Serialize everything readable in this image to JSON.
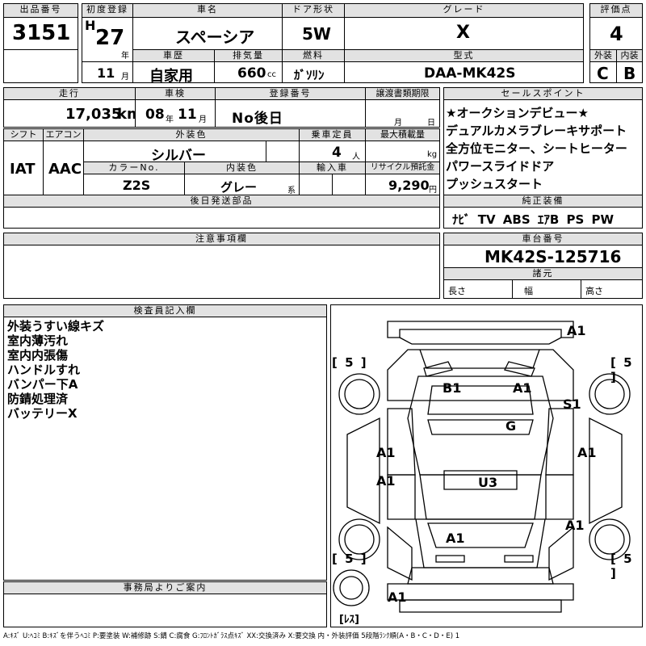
{
  "header": {
    "lot_label": "出品番号",
    "lot_number": "3151",
    "first_reg_label": "初度登録",
    "era": "H",
    "year": "27",
    "year_unit": "年",
    "month": "11",
    "month_unit": "月",
    "car_name_label": "車名",
    "car_name": "スペーシア",
    "door_label": "ドア形状",
    "door": "5W",
    "grade_label": "グレード",
    "grade": "X",
    "score_label": "評価点",
    "score": "4",
    "history_label": "車歴",
    "history": "自家用",
    "displacement_label": "排気量",
    "displacement": "660",
    "displacement_unit": "cc",
    "fuel_label": "燃料",
    "fuel": "ｶﾞｿﾘﾝ",
    "model_label": "型式",
    "model": "DAA-MK42S",
    "exterior_label": "外装",
    "exterior_grade": "C",
    "interior_label": "内装",
    "interior_grade": "B"
  },
  "row2": {
    "mileage_label": "走行",
    "mileage": "17,035",
    "mileage_unit": "km",
    "inspection_label": "車検",
    "insp_year": "08",
    "insp_year_unit": "年",
    "insp_month": "11",
    "insp_month_unit": "月",
    "reg_label": "登録番号",
    "reg": "No後日",
    "transfer_label": "譲渡書類期限",
    "transfer_month": "月",
    "transfer_day": "日",
    "shift_label": "シフト",
    "shift": "IAT",
    "ac_label": "エアコン",
    "ac": "AAC",
    "color_label": "外装色",
    "color": "シルバー",
    "capacity_label": "乗車定員",
    "capacity": "4",
    "capacity_unit": "人",
    "load_label": "最大積載量",
    "load_unit": "kg",
    "color_no_label": "カラーNo.",
    "color_no": "Z2S",
    "int_color_label": "内装色",
    "int_color": "グレー",
    "int_color_suffix": "系",
    "import_label": "輸入車",
    "recycle_label": "リサイクル預託金",
    "recycle": "9,290",
    "recycle_unit": "円",
    "later_label": "後日発送部品"
  },
  "sales": {
    "label": "セールスポイント",
    "points": [
      "★オークションデビュー★",
      "デュアルカメラブレーキサポート",
      "全方位モニター、シートヒーター",
      "パワースライドドア",
      "プッシュスタート"
    ]
  },
  "equipment": {
    "label": "純正装備",
    "items": "ﾅﾋﾞ TV ABS ｴｱB PS PW"
  },
  "caution": {
    "label": "注意事項欄"
  },
  "chassis": {
    "label": "車台番号",
    "number": "MK42S-125716",
    "dims_label": "諸元",
    "length_label": "長さ",
    "width_label": "幅",
    "height_label": "高さ"
  },
  "inspector": {
    "label": "検査員記入欄",
    "notes": [
      "外装うすい線キズ",
      "室内薄汚れ",
      "室内内張傷",
      "ハンドルすれ",
      "バンパー下A",
      "防錆処理済",
      "バッテリーX"
    ]
  },
  "office": {
    "label": "事務局よりご案内"
  },
  "diagram": {
    "marks": [
      "A1",
      "B1",
      "A1",
      "S1",
      "G",
      "A1",
      "A1",
      "A1",
      "U3",
      "A1",
      "A1",
      "A1"
    ],
    "tires": [
      "[ 5 ]",
      "[ 5 ]",
      "[ 5 ]",
      "[ 5 ]"
    ],
    "spare": "[ﾚｽ]"
  },
  "legend": "A:ｷｽﾞ U:ﾍｺﾐ B:ｷｽﾞを伴うﾍｺﾐ P:要塗装 W:補修跡 S:錆 C:腐食 G:ﾌﾛﾝﾄｶﾞﾗｽ点ｷｽﾞ XX:交換済み X:要交換 内・外装評価 5段階ﾗﾝｸ順(A・B・C・D・E) 1"
}
